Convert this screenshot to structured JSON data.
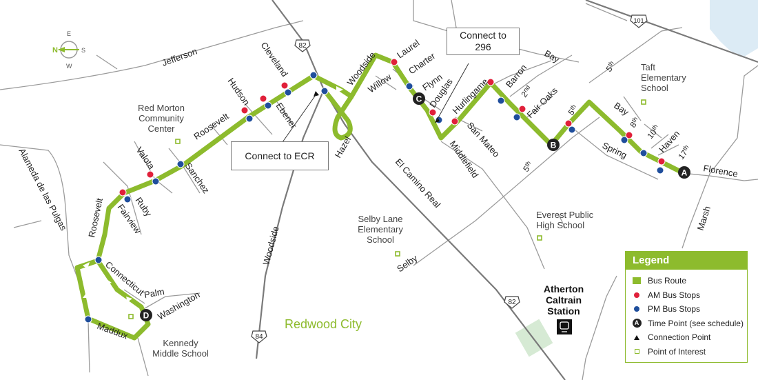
{
  "city": "Redwood City",
  "streets": {
    "jefferson": "Jefferson",
    "cleveland": "Cleveland",
    "hudson": "Hudson",
    "ebener": "Ebener",
    "roosevelt1": "Roosevelt",
    "roosevelt2": "Roosevelt",
    "valota": "Valota",
    "sanchez": "Sanchez",
    "ruby": "Ruby",
    "fairview": "Fairview",
    "alameda": "Alameda de las Pulgas",
    "connecticut": "Connecticut",
    "palm": "Palm",
    "washington": "Washington",
    "maddux": "Maddux",
    "woodside1": "Woodside",
    "woodside2": "Woodside",
    "hazel": "Hazel",
    "el_camino": "El Camino Real",
    "willow": "Willow",
    "laurel": "Laurel",
    "charter": "Charter",
    "flynn": "Flynn",
    "douglas": "Douglas",
    "hurlingame": "Hurlingame",
    "san_mateo": "San Mateo",
    "middlefield": "Middlefield",
    "barron": "Barron",
    "bay1": "Bay",
    "bay2": "Bay",
    "second": "2",
    "second_sup": "nd",
    "fair_oaks": "Fair Oaks",
    "fifth1": "5",
    "fifth1_sup": "th",
    "fifth2": "5",
    "fifth2_sup": "th",
    "fifth3": "5",
    "fifth3_sup": "th",
    "eighth": "8",
    "eighth_sup": "th",
    "tenth": "10",
    "tenth_sup": "th",
    "haven": "Haven",
    "seventeenth": "17",
    "seventeenth_sup": "th",
    "spring": "Spring",
    "florence": "Florence",
    "marsh": "Marsh",
    "selby": "Selby"
  },
  "highways": {
    "h82a": "82",
    "h82b": "82",
    "h84": "84",
    "h101": "101"
  },
  "pois": {
    "red_morton": [
      "Red Morton",
      "Community",
      "Center"
    ],
    "taft": [
      "Taft",
      "Elementary",
      "School"
    ],
    "selby_lane": [
      "Selby Lane",
      "Elementary",
      "School"
    ],
    "everest": [
      "Everest Public",
      "High School"
    ],
    "kennedy": [
      "Kennedy",
      "Middle School"
    ]
  },
  "station": [
    "Atherton",
    "Caltrain",
    "Station"
  ],
  "callouts": {
    "connect_296": [
      "Connect to",
      "296"
    ],
    "connect_ecr": "Connect to ECR"
  },
  "time_points": [
    "A",
    "B",
    "C",
    "D"
  ],
  "compass": {
    "n": "N",
    "e": "E",
    "s": "S",
    "w": "W"
  },
  "legend": {
    "title": "Legend",
    "items": [
      "Bus Route",
      "AM Bus Stops",
      "PM Bus Stops",
      "Time Point (see schedule)",
      "Connection Point",
      "Point of Interest"
    ]
  },
  "colors": {
    "route": "#8dbb2d",
    "am_stop": "#e0203a",
    "pm_stop": "#1f4e9c",
    "road": "#999999",
    "highway": "#666666",
    "water": "#dcebf5"
  }
}
